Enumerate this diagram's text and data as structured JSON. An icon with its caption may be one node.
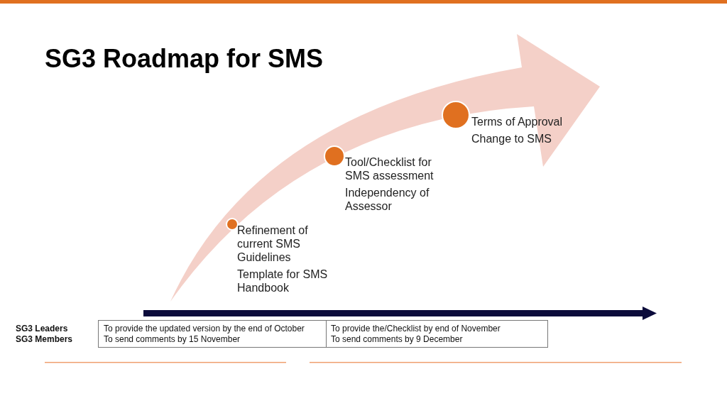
{
  "diagram": {
    "title": "SG3 Roadmap for SMS",
    "nodes": [
      {
        "text": [
          "Refinement of current SMS Guidelines",
          "Template for SMS Handbook"
        ]
      },
      {
        "text": [
          "Tool/Checklist for SMS assessment",
          "Independency of Assessor"
        ]
      },
      {
        "text": [
          "Terms of Approval",
          "Change to SMS"
        ]
      }
    ],
    "labels": [
      "SG3 Leaders",
      "To provide the updated version by the end of October",
      "To provide the/Checklist by end of November",
      "SG3 Members",
      "To send comments by 15 November",
      "To send comments by 9 December"
    ]
  }
}
